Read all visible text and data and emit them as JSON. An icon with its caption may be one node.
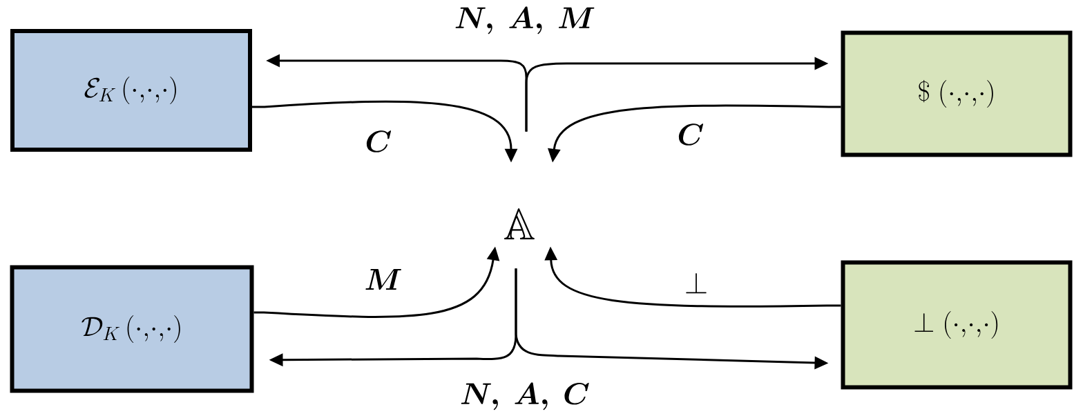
{
  "diagram": {
    "nodes": [
      {
        "text": [
          "\\mathcal{E}_K\\,(\\cdot,\\!\\cdot,\\!\\cdot)"
        ]
      },
      {
        "text": [
          "\\$\\;(\\cdot,\\!\\cdot,\\!\\cdot)"
        ]
      },
      {
        "text": [
          "\\mathbb{A}"
        ]
      },
      {
        "text": [
          "\\mathcal{D}_K\\,(\\cdot,\\!\\cdot,\\!\\cdot)"
        ]
      },
      {
        "text": [
          "\\bot\\;(\\cdot,\\!\\cdot,\\!\\cdot)"
        ]
      }
    ],
    "edges": [
      {
        "from": 2,
        "to": 0,
        "arrow": "to",
        "label": "\\boldsymbol{N,\\ A,\\ M}"
      },
      {
        "from": 2,
        "to": 1,
        "arrow": "to"
      },
      {
        "from": 0,
        "to": 2,
        "arrow": "to",
        "label": "\\boldsymbol{C}"
      },
      {
        "from": 1,
        "to": 2,
        "arrow": "to",
        "label": "\\boldsymbol{C}"
      },
      {
        "from": 3,
        "to": 2,
        "arrow": "to",
        "label": "\\boldsymbol{M}"
      },
      {
        "from": 4,
        "to": 2,
        "arrow": "to",
        "label": "\\bot"
      },
      {
        "from": 2,
        "to": 3,
        "arrow": "to",
        "label": "\\boldsymbol{N,\\ A,\\ C}"
      },
      {
        "from": 2,
        "to": 4,
        "arrow": "to"
      }
    ]
  }
}
